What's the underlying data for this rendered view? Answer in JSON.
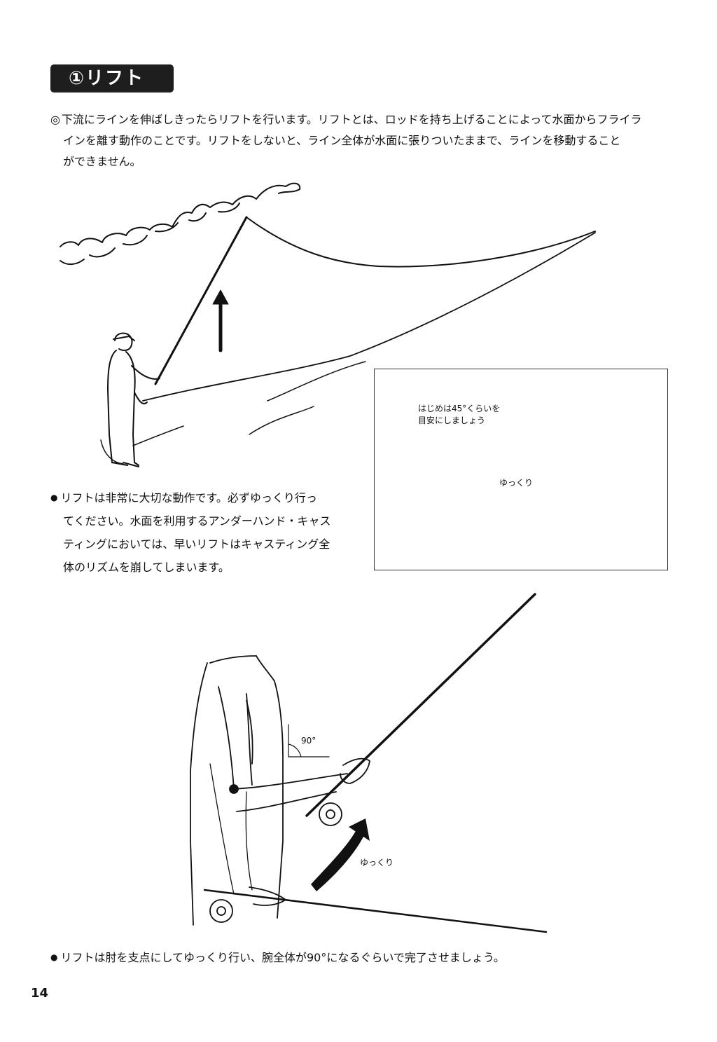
{
  "section": {
    "title": "①リフト"
  },
  "intro": {
    "mark": "◎",
    "lines": [
      "下流にラインを伸ばしきったらリフトを行います。リフトとは、ロッドを持ち上げることによって水面からフライラ",
      "インを離す動作のことです。リフトをしないと、ライン全体が水面に張りついたままで、ラインを移動すること",
      "ができません。"
    ]
  },
  "note1": {
    "bullet": "●",
    "lines": [
      "リフトは非常に大切な動作です。必ずゆっくり行っ",
      "てください。水面を利用するアンダーハンド・キャス",
      "ティングにおいては、早いリフトはキャスティング全",
      "体のリズムを崩してしまいます。"
    ]
  },
  "inset": {
    "caption_lines": [
      "はじめは45°くらいを",
      "目安にしましょう"
    ],
    "arrow_label": "ゆっくり"
  },
  "arm_figure": {
    "angle_label": "90°",
    "arrow_label": "ゆっくり"
  },
  "note2": {
    "bullet": "●",
    "text": "リフトは肘を支点にしてゆっくり行い、腕全体が90°になるぐらいで完了させましょう。"
  },
  "page": {
    "number": "14"
  }
}
